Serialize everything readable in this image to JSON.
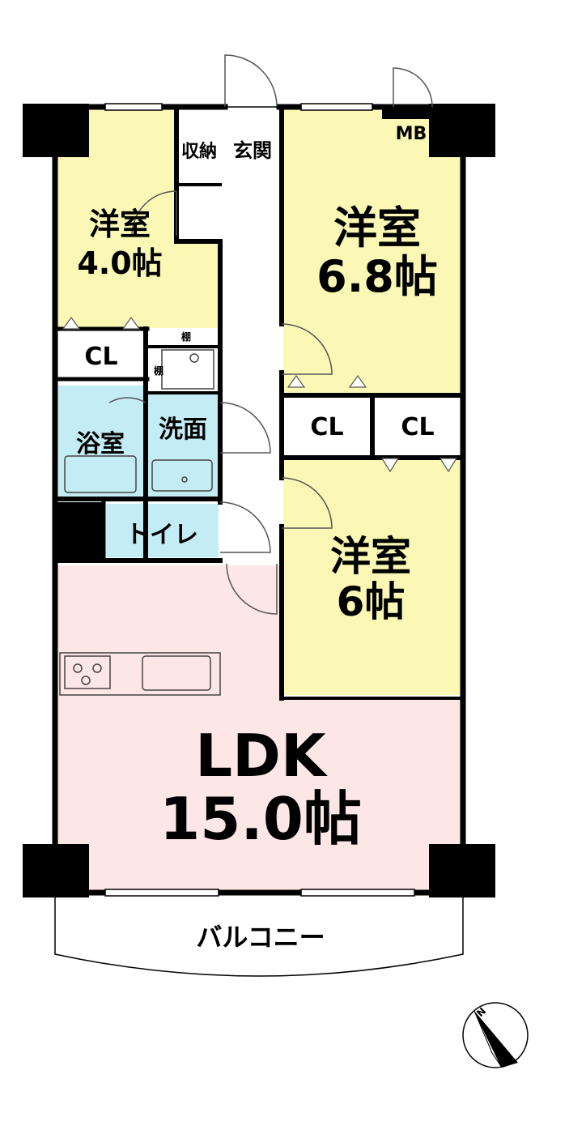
{
  "rooms": {
    "western4": {
      "name": "洋室",
      "size": "4.0帖"
    },
    "western68": {
      "name": "洋室",
      "size": "6.8帖"
    },
    "western6": {
      "name": "洋室",
      "size": "6帖"
    },
    "ldk": {
      "name": "LDK",
      "size": "15.0帖"
    },
    "bath": "浴室",
    "washroom": "洗面",
    "toilet": "トイレ",
    "entrance": "玄関",
    "storage": "収納",
    "mb": "MB",
    "cl1": "CL",
    "cl2": "CL",
    "cl3": "CL",
    "shelf1": "棚",
    "shelf2": "棚",
    "balcony": "バルコニー"
  },
  "compass": {
    "north": "N"
  },
  "colors": {
    "bedroom": "#fbf8b6",
    "ldk": "#fde6e6",
    "wet": "#c3ecf4",
    "wall": "#000000"
  }
}
